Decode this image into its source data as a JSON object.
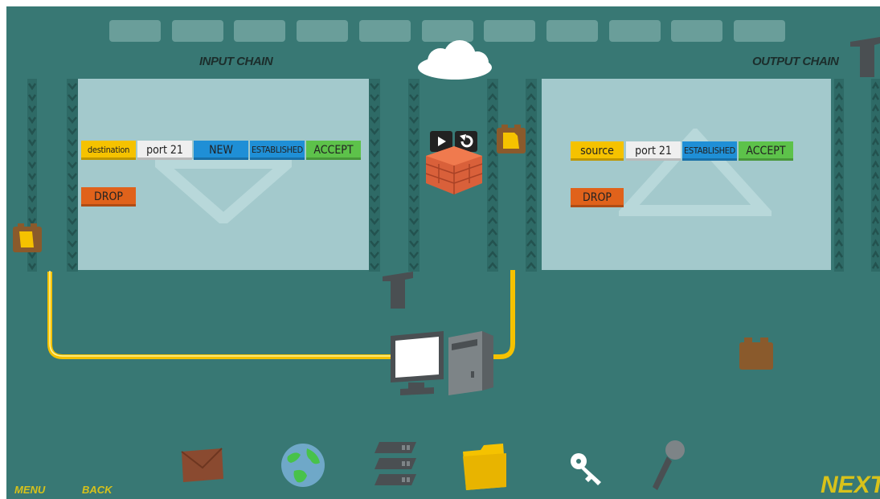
{
  "header": {
    "slot_count": 11,
    "input_chain_label": "INPUT CHAIN",
    "output_chain_label": "OUTPUT CHAIN"
  },
  "input_chain": {
    "rule": {
      "direction": "destination",
      "port": "port 21",
      "state_new": "NEW",
      "state_established": "ESTABLISHED",
      "action": "ACCEPT"
    },
    "default_policy": "DROP"
  },
  "output_chain": {
    "rule": {
      "direction": "source",
      "port": "port 21",
      "state_established": "ESTABLISHED",
      "action": "ACCEPT"
    },
    "default_policy": "DROP"
  },
  "controls": {
    "play_icon": "play-icon",
    "reset_icon": "reset-icon"
  },
  "toolbar": {
    "items": [
      "envelope-icon",
      "globe-icon",
      "server-rack-icon",
      "folder-icon",
      "key-icon",
      "microphone-icon"
    ]
  },
  "nav": {
    "menu_label": "MENU",
    "back_label": "BACK",
    "next_label": "NEXT"
  },
  "colors": {
    "background": "#387874",
    "panel": "#a3c9cc",
    "rule_yellow": "#f5c200",
    "rule_blue": "#1f8fd6",
    "rule_green": "#5dc24a",
    "rule_orange": "#e0621b",
    "cable": "#f5c200",
    "nav_text": "#d8c21a"
  }
}
